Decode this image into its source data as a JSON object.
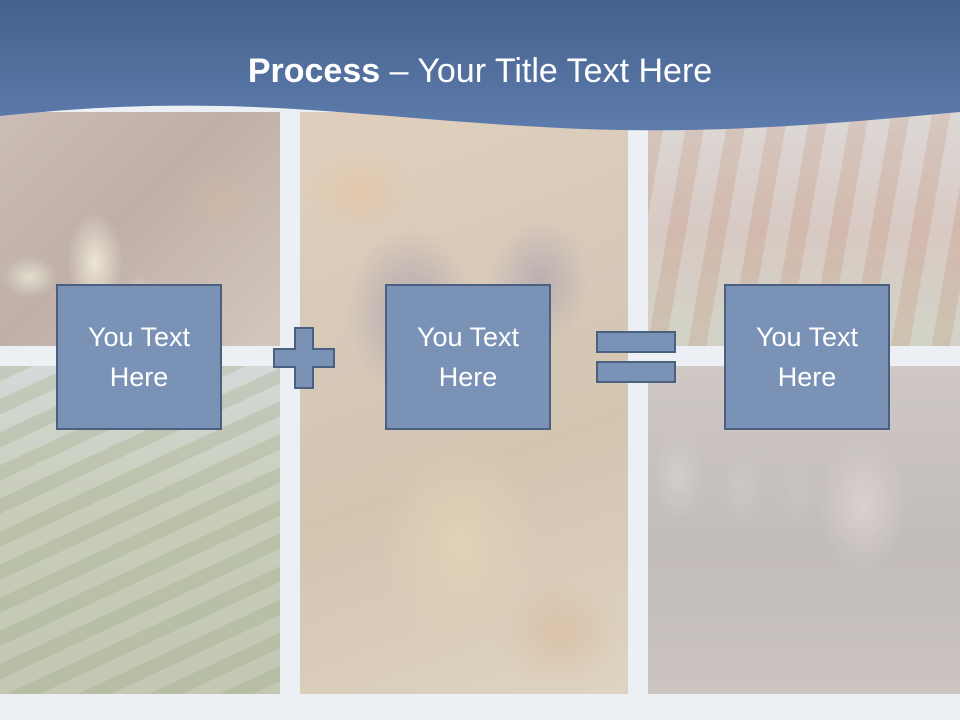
{
  "slide": {
    "title_bold": "Process",
    "title_rest": " – Your Title Text Here",
    "colors": {
      "header": "#4e6d9b",
      "box_fill": "#7a92b6",
      "box_border": "#4b5f7e",
      "operator_fill": "#7a92b6"
    }
  },
  "process": {
    "steps": [
      {
        "line1": "You Text",
        "line2": "Here"
      },
      {
        "line1": "You Text",
        "line2": "Here"
      },
      {
        "line1": "You Text",
        "line2": "Here"
      }
    ],
    "operators": [
      "plus",
      "equals"
    ]
  }
}
